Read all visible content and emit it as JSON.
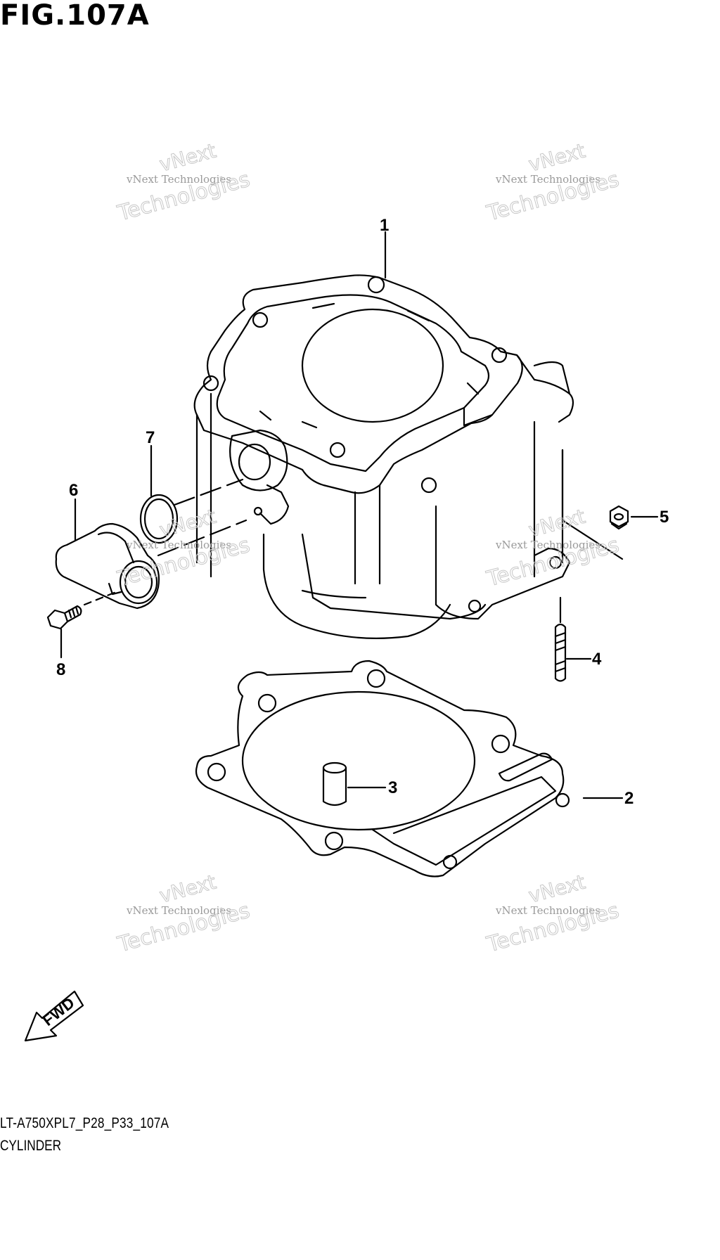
{
  "figure": {
    "title": "FIG.107A",
    "model_code": "LT-A750XPL7_P28_P33_107A",
    "caption": "CYLINDER"
  },
  "callouts": {
    "c1": "1",
    "c2": "2",
    "c3": "3",
    "c4": "4",
    "c5": "5",
    "c6": "6",
    "c7": "7",
    "c8": "8"
  },
  "watermark": {
    "line_small": "vNext Technologies",
    "line_big_1": "vNext",
    "line_big_2": "Technologies"
  },
  "fwd_label": "FWD",
  "colors": {
    "ink": "#000000",
    "watermark": "#9a9a9a",
    "background": "#ffffff"
  }
}
